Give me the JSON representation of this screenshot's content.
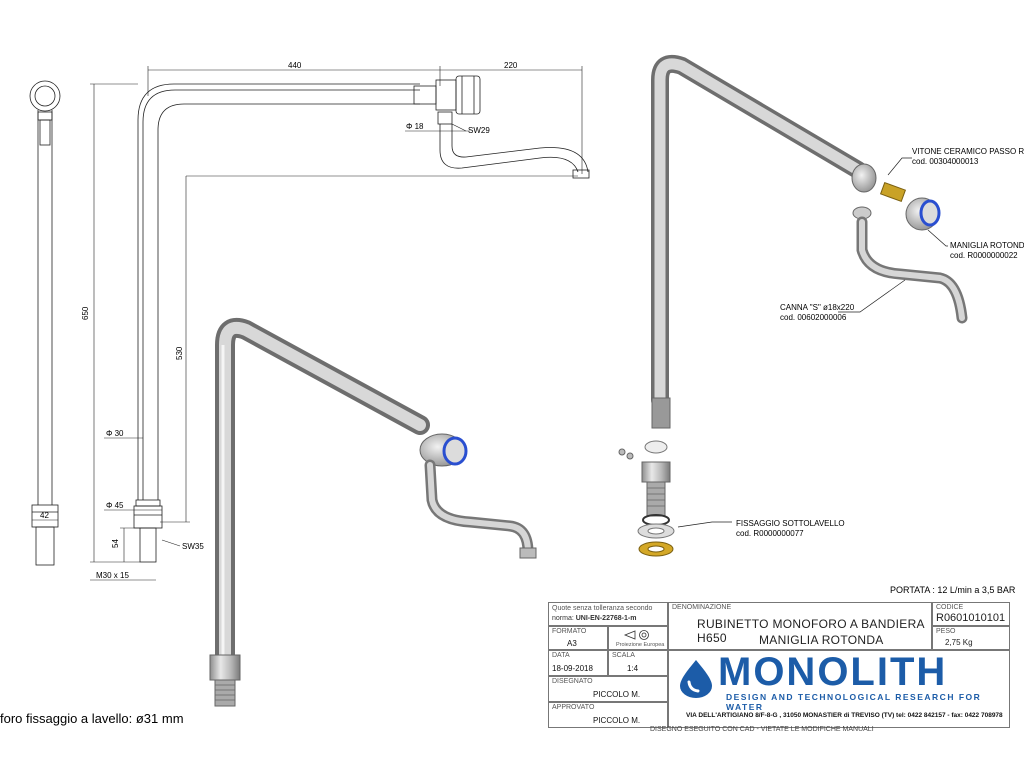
{
  "dimensions": {
    "d440": "440",
    "d220": "220",
    "d650": "650",
    "d530": "530",
    "phi18": "Φ  18",
    "sw29": "SW29",
    "phi30": "Φ  30",
    "phi45": "Φ  45",
    "d42": "42",
    "d54": "54",
    "sw35": "SW35",
    "m30": "M30 x 15"
  },
  "callouts": {
    "vitone_name": "VITONE CERAMICO PASSO RAPIDO DX",
    "vitone_code": "cod. 00304000013",
    "maniglia_name": "MANIGLIA ROTONDA (BLU)",
    "maniglia_code": "cod. R0000000022",
    "canna_name": "CANNA \"S\" ø18x220",
    "canna_code": "cod. 00602000006",
    "fissaggio_name": "FISSAGGIO SOTTOLAVELLO",
    "fissaggio_code": "cod. R0000000077"
  },
  "hole_note": "foro fissaggio a lavello: ø31 mm",
  "portata": "PORTATA : 12 L/min a 3,5 BAR",
  "title_block": {
    "tolerance_line1": "Quote senza tolleranza secondo",
    "tolerance_line2_prefix": "norma: ",
    "tolerance_line2_norm": "UNI-EN-22768-1-m",
    "denominazione_label": "DENOMINAZIONE",
    "title_line1": "RUBINETTO MONOFORO A BANDIERA H650",
    "title_line2": "MANIGLIA ROTONDA",
    "codice_label": "CODICE",
    "codice": "R0601010101",
    "peso_label": "PESO",
    "peso": "2,75 Kg",
    "formato_label": "FORMATO",
    "formato": "A3",
    "proiezione": "Proiezione Europea",
    "data_label": "DATA",
    "data": "18-09-2018",
    "scala_label": "SCALA",
    "scala": "1:4",
    "disegnato_label": "DISEGNATO",
    "disegnato": "PICCOLO M.",
    "approvato_label": "APPROVATO",
    "approvato": "PICCOLO M.",
    "logo": "MONOLITH",
    "logo_sub": "DESIGN AND TECHNOLOGICAL RESEARCH FOR WATER",
    "address": "VIA DELL'ARTIGIANO 8/F-8-G , 31050 MONASTIER di TREVISO (TV) tel: 0422 842157 - fax: 0422 708978",
    "footer": "DISEGNO ESEGUITO CON CAD - VIETATE LE MODIFICHE MANUALI"
  },
  "colors": {
    "brand_blue": "#1c5ca8",
    "handle_blue": "#2a4fd0",
    "brass": "#c9a227"
  }
}
